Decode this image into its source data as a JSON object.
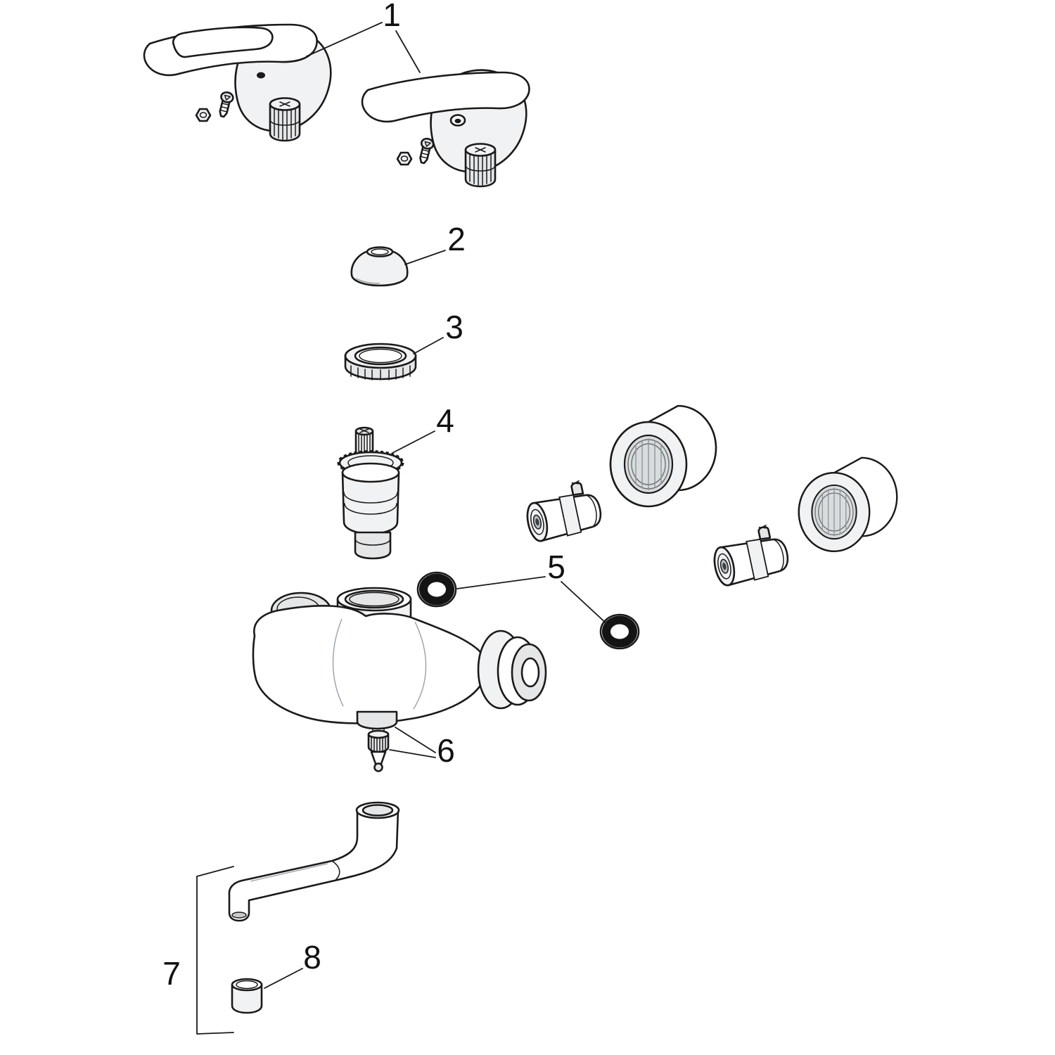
{
  "diagram": {
    "callouts": [
      {
        "label": "1"
      },
      {
        "label": "2"
      },
      {
        "label": "3"
      },
      {
        "label": "4"
      },
      {
        "label": "5"
      },
      {
        "label": "6"
      },
      {
        "label": "7"
      },
      {
        "label": "8"
      }
    ],
    "colors": {
      "background": "#ffffff",
      "line": "#1a1a1a",
      "seal": "#141414",
      "shade": "#ececec"
    }
  }
}
